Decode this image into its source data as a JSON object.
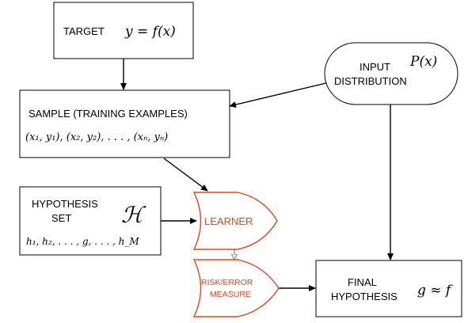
{
  "colors": {
    "accent": "#e8431c",
    "line": "#000000",
    "background": "#ffffff"
  },
  "target": {
    "label": "TARGET",
    "formula": "y = f(x)"
  },
  "input_distribution": {
    "label_line1": "INPUT",
    "label_line2": "DISTRIBUTION",
    "formula": "P(x)"
  },
  "sample": {
    "label": "SAMPLE (TRAINING EXAMPLES)",
    "formula": "(x₁, y₁), (x₂, y₂), . . . , (xₙ, yₙ)"
  },
  "hypothesis_set": {
    "label_line1": "HYPOTHESIS",
    "label_line2": "SET",
    "symbol": "ℋ",
    "formula": "h₁, h₂, . . . , g, . . . , h_M"
  },
  "learner": {
    "label": "LEARNER"
  },
  "risk_measure": {
    "label_line1": "RISK/ERROR",
    "label_line2": "MEASURE"
  },
  "final_hypothesis": {
    "label_line1": "FINAL",
    "label_line2": "HYPOTHESIS",
    "formula": "g ≈ f"
  }
}
